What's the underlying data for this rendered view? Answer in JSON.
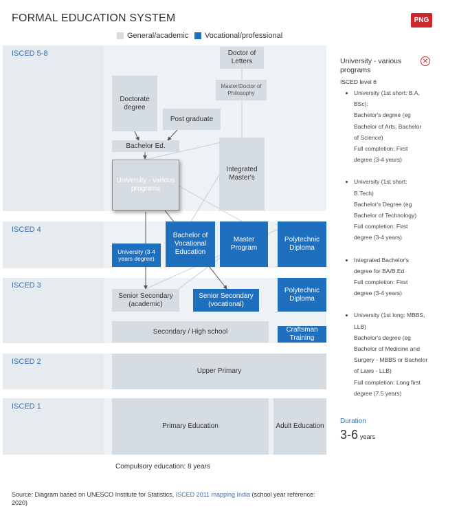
{
  "title": "FORMAL EDUCATION SYSTEM",
  "export_label": "PNG",
  "colors": {
    "general": "#d5dde2",
    "vocational": "#1f6fbf",
    "accent": "#3a6fb0",
    "export": "#c9282d"
  },
  "legend": {
    "general": "General/academic",
    "vocational": "Vocational/professional"
  },
  "levels": {
    "isced58": "ISCED 5-8",
    "isced4": "ISCED 4",
    "isced3": "ISCED 3",
    "isced2": "ISCED 2",
    "isced1": "ISCED 1"
  },
  "programs": {
    "doctor_letters": "Doctor of Letters",
    "master_doctor_phil": "Master/Doctor of Philosophy",
    "doctorate": "Doctorate degree",
    "post_graduate": "Post graduate",
    "bachelor_ed": "Bachelor Ed.",
    "university": "University - various programs",
    "integrated_masters": "Integrated Master's",
    "university_3_4": "University (3-4 years degree)",
    "bachelor_vocational": "Bachelor of Vocational Education",
    "master_program": "Master Program",
    "polytechnic_4": "Polytechnic Diploma",
    "senior_academic": "Senior Secondary (academic)",
    "senior_vocational": "Senior Secondary (vocational)",
    "polytechnic_3": "Polytechnic Diploma",
    "secondary_high": "Secondary / High school",
    "craftsman": "Craftsman Training",
    "upper_primary": "Upper Primary",
    "primary": "Primary Education",
    "adult": "Adult Education"
  },
  "compulsory": "Compulsory education: 8 years",
  "side": {
    "title": "University - various programs",
    "close_icon": "close-icon",
    "level": "ISCED level 6",
    "items": [
      [
        "University (1st short: B.A,",
        "BSc):",
        "Bachelor's degree (eg",
        "Bachelor of Arts, Bachelor",
        "of Science)",
        "Full completion: First",
        "degree (3-4 years)"
      ],
      [
        "University (1st short:",
        "B.Tech)",
        "Bachelor's Degree (eg",
        "Bachelor of Technology)",
        "Full completion: First",
        "degree (3-4 years)"
      ],
      [
        "Integrated Bachelor's",
        "degree for BA/B.Ed",
        "Full completion: First",
        "degree (3-4 years)"
      ],
      [
        "University (1st long: MBBS,",
        "LLB)",
        "Bachelor's degree (eg",
        "Bachelor of Medicine and",
        "Surgery - MBBS or Bachelor",
        "of Laws - LLB)",
        "Full completion: Long first",
        "degree (7.5 years)"
      ]
    ],
    "duration_label": "Duration",
    "duration_value": "3-6",
    "duration_unit": "years"
  },
  "source": {
    "prefix": "Source: Diagram based on UNESCO Institute for Statistics,",
    "link": "ISCED 2011 mapping India",
    "suffix": "(school year reference: 2020)"
  }
}
